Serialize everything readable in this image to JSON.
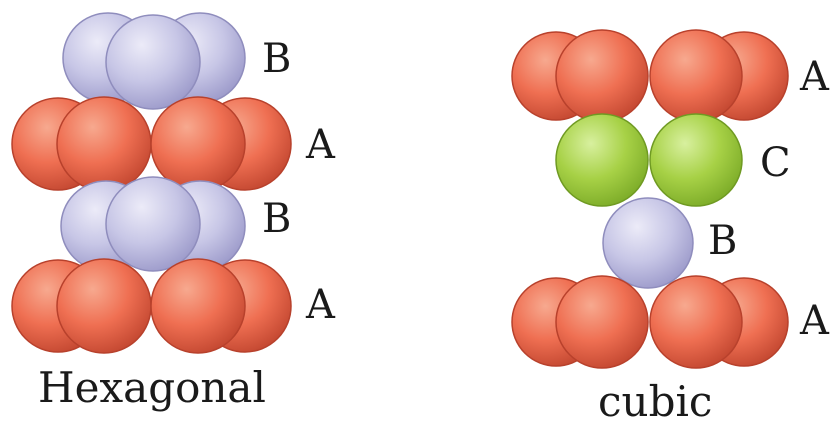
{
  "colors": {
    "A": {
      "fill": "#ef6f52",
      "light": "#f7a98f",
      "dark": "#c64a33",
      "edge": "#b8412c"
    },
    "B": {
      "fill": "#c7c6e6",
      "light": "#e6e5f6",
      "dark": "#9f9dcc",
      "edge": "#8f8dbd"
    },
    "C": {
      "fill": "#a7d146",
      "light": "#d2ec96",
      "dark": "#7fae2a",
      "edge": "#6f9a22"
    }
  },
  "hexagonal": {
    "caption": "Hexagonal",
    "layers": [
      {
        "type": "B",
        "label": "B"
      },
      {
        "type": "A",
        "label": "A"
      },
      {
        "type": "B",
        "label": "B"
      },
      {
        "type": "A",
        "label": "A"
      }
    ]
  },
  "cubic": {
    "caption": "cubic",
    "layers": [
      {
        "type": "A",
        "label": "A"
      },
      {
        "type": "C",
        "label": "C"
      },
      {
        "type": "B",
        "label": "B"
      },
      {
        "type": "A",
        "label": "A"
      }
    ]
  }
}
